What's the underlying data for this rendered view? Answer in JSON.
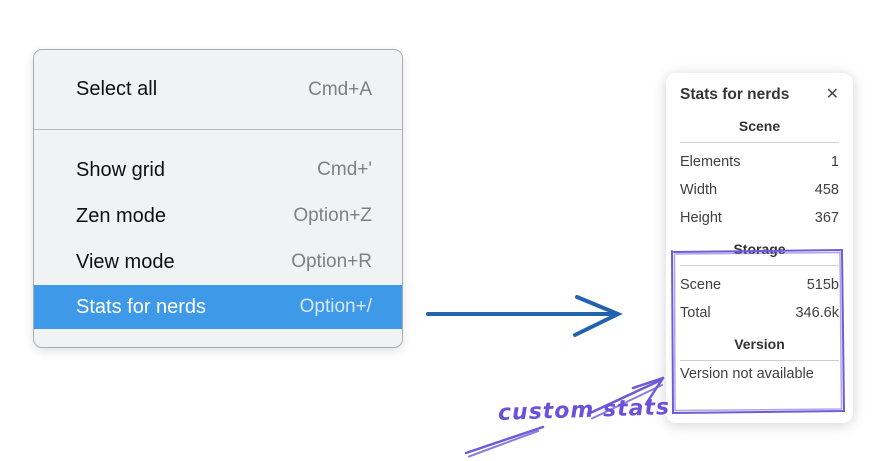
{
  "context_menu": {
    "top_item": {
      "label": "Select all",
      "shortcut": "Cmd+A"
    },
    "items": [
      {
        "label": "Show grid",
        "shortcut": "Cmd+'"
      },
      {
        "label": "Zen mode",
        "shortcut": "Option+Z"
      },
      {
        "label": "View mode",
        "shortcut": "Option+R"
      },
      {
        "label": "Stats for nerds",
        "shortcut": "Option+/",
        "selected": true
      }
    ]
  },
  "stats_panel": {
    "title": "Stats for nerds",
    "close_icon": "✕",
    "scene_section": {
      "heading": "Scene",
      "rows": [
        {
          "label": "Elements",
          "value": "1"
        },
        {
          "label": "Width",
          "value": "458"
        },
        {
          "label": "Height",
          "value": "367"
        }
      ]
    },
    "storage_section": {
      "heading": "Storage",
      "rows": [
        {
          "label": "Scene",
          "value": "515b"
        },
        {
          "label": "Total",
          "value": "346.6k"
        }
      ]
    },
    "version_section": {
      "heading": "Version",
      "note": "Version not available"
    }
  },
  "annotation": {
    "label": "custom stats"
  },
  "colors": {
    "menu_highlight": "#3e99e8",
    "menu_background": "#f1f2f3",
    "blue_arrow": "#2263ad",
    "purple_annotation": "#6f5bd8",
    "panel_text": "#3d3d3d"
  }
}
